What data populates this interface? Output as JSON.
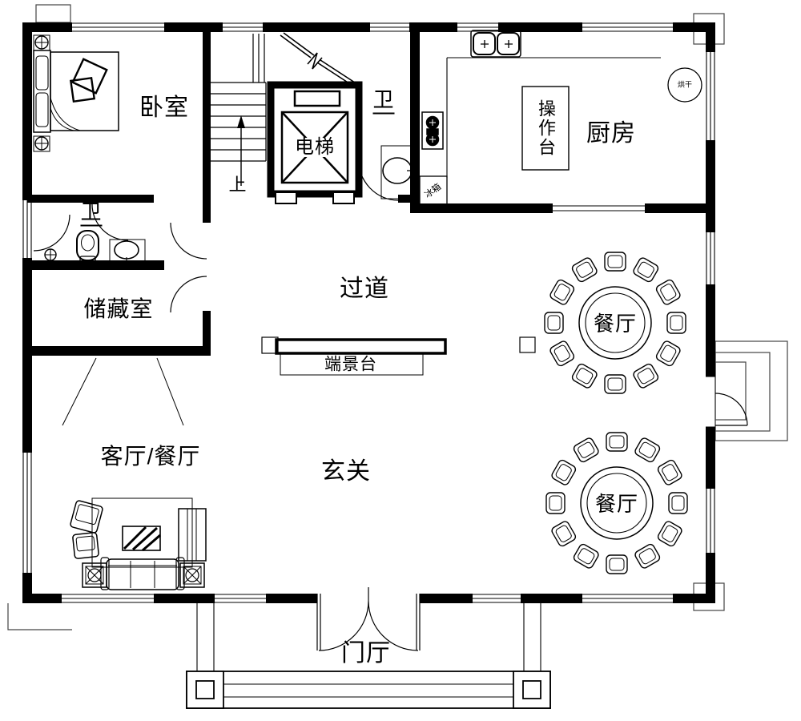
{
  "colors": {
    "line": "#000000",
    "background": "#ffffff"
  },
  "labels": {
    "bedroom": "卧室",
    "bath_top": "卫",
    "elevator": "电梯",
    "kitchen": "厨房",
    "worktop": "操作台",
    "dryer": "烘干",
    "fridge": "冰箱",
    "bath_left": "卫",
    "storage": "储藏室",
    "corridor": "过道",
    "console": "端景台",
    "dining_1": "餐厅",
    "dining_2": "餐厅",
    "living": "客厅/餐厅",
    "foyer": "玄关",
    "entry": "门厅",
    "stairs_up": "上"
  }
}
